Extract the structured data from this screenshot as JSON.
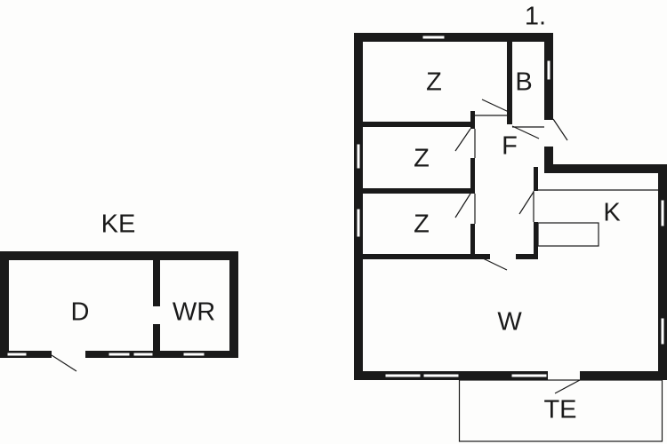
{
  "floor_label": "1.",
  "annex": {
    "title": "KE",
    "rooms": [
      "D",
      "WR"
    ]
  },
  "main": {
    "rooms": [
      "Z",
      "B",
      "Z",
      "F",
      "Z",
      "K",
      "W",
      "TE"
    ]
  }
}
